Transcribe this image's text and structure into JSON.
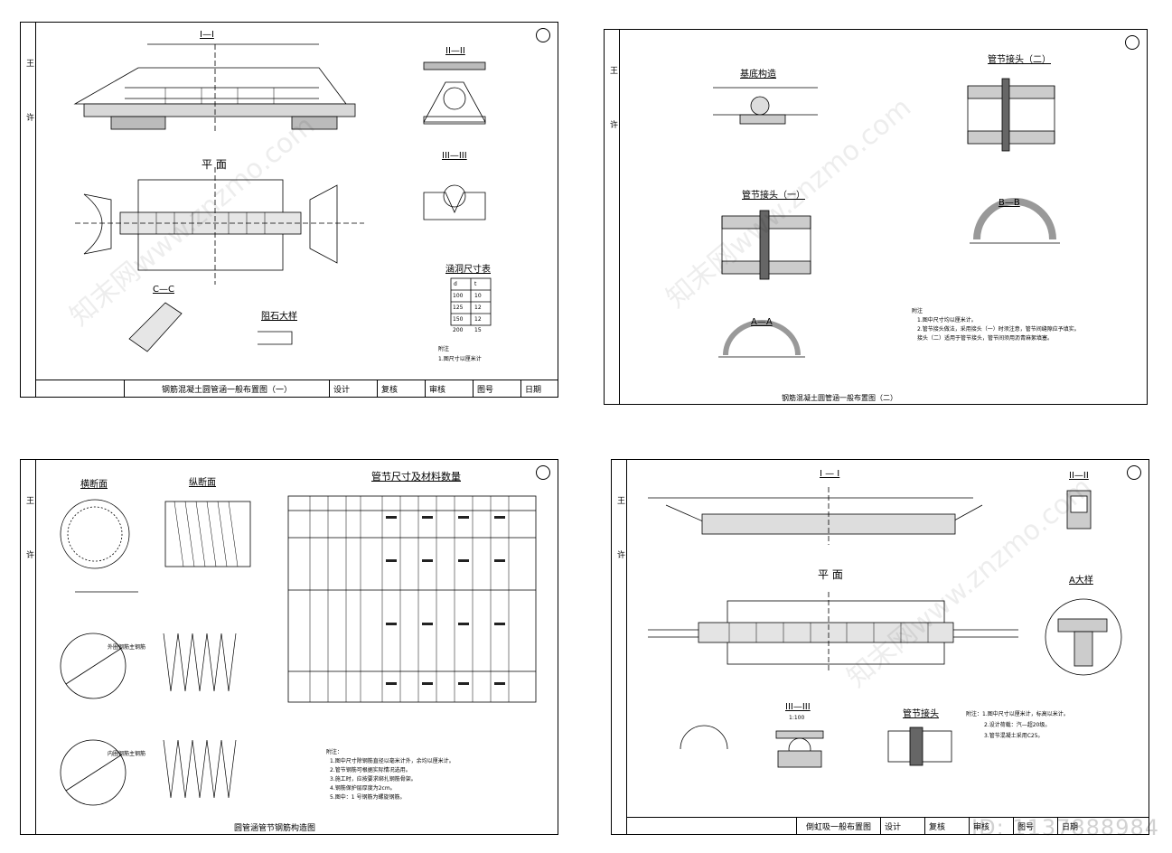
{
  "stamps": {
    "a": "王",
    "b": "许"
  },
  "s1": {
    "sec_1": "I—I",
    "sec_2": "II—II",
    "sec_3": "III—III",
    "plan": "平 面",
    "sec_c": "C—C",
    "detail": "阻石大样",
    "table_title": "涵洞尺寸表",
    "table_head": [
      "d",
      "t"
    ],
    "table_rows": [
      [
        "100",
        "10"
      ],
      [
        "125",
        "12"
      ],
      [
        "150",
        "12"
      ],
      [
        "200",
        "15"
      ]
    ],
    "note_h": "附注",
    "note_1": "1.图尺寸以厘米计",
    "title": "钢筋混凝土圆管涵一般布置图（一）",
    "tb_cells": [
      "设计",
      "复核",
      "审核",
      "图号",
      "日期"
    ]
  },
  "s2": {
    "base": "基底构造",
    "joint2": "管节接头（二）",
    "joint1": "管节接头（一）",
    "sec_b": "B—B",
    "sec_a": "A—A",
    "note_h": "附注",
    "note_1": "1.图中尺寸均以厘米计。",
    "note_2": "2.管节接头做法，采用接头（一）时须注意，管节间缝隙应予填实。",
    "note_3": "接头（二）适用于管节接头，管节间须用沥青麻絮填塞。",
    "title": "钢筋混凝土圆管涵一般布置图（二）"
  },
  "s3": {
    "cross": "横断面",
    "long": "纵断面",
    "table_title": "管节尺寸及材料数量",
    "label_outer": "外圈钢筋主钢筋",
    "label_inner": "内圈钢筋主钢筋",
    "note_h": "附注：",
    "note_1": "1.图中尺寸除钢筋直径以毫米计外，余均以厘米计。",
    "note_2": "2.管节钢筋可根据实际情况选用。",
    "note_3": "3.施工时，应按要求绑扎钢筋骨架。",
    "note_4": "4.钢筋保护层厚度为2cm。",
    "note_5": "5.图中：1 号钢筋为螺旋钢筋。",
    "title": "圆管涵管节钢筋构造图"
  },
  "s4": {
    "sec_1": "I — I",
    "sec_2": "II—II",
    "plan": "平 面",
    "detail_a": "A大样",
    "sec_3": "III—III",
    "scale": "1:100",
    "joint": "管节接头",
    "note_1": "附注：1.图中尺寸以厘米计，标高以米计。",
    "note_2": "2.设计荷载：汽—超20级。",
    "note_3": "3.管节混凝土采用C25。",
    "title": "倒虹吸一般布置图",
    "tb_cells": [
      "设计",
      "复核",
      "审核",
      "图号",
      "日期"
    ]
  },
  "watermark": "知末网www.znzmo.com",
  "id_tag": "ID: 1137888984"
}
